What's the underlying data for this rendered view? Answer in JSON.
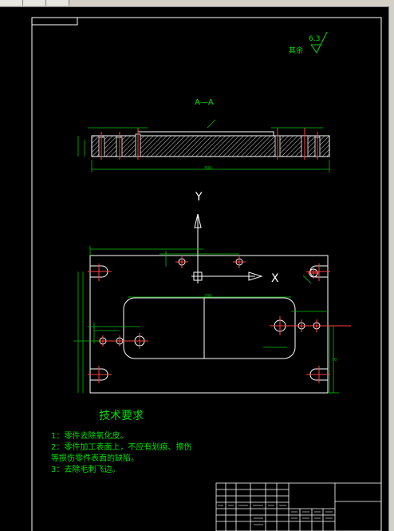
{
  "app": {
    "toolbar_icons": [
      "toolbar-icon",
      "toolbar-icon",
      "toolbar-icon"
    ]
  },
  "colors": {
    "background": "#000000",
    "border": "#ffffff",
    "outline": "#ffffff",
    "centerline": "#ff4040",
    "dimension": "#00c000",
    "hatch": "#ffffff",
    "text_green": "#00e000",
    "axis": "#ffffff"
  },
  "drawing": {
    "roughness": {
      "value": "6.3",
      "label": "其余"
    },
    "section_label": "A—A",
    "axes": {
      "y_label": "Y",
      "x_label": "X"
    },
    "dimensions": {
      "overall_width": "300",
      "slot_width": "200",
      "right_height": "70"
    },
    "requirements": {
      "title": "技术要求",
      "lines": [
        "1：零件去除氧化皮。",
        "2：零件加工表面上，不应有划痕、擦伤",
        "等损伤零件表面的缺陷。",
        "3：去除毛刺飞边。"
      ]
    }
  }
}
